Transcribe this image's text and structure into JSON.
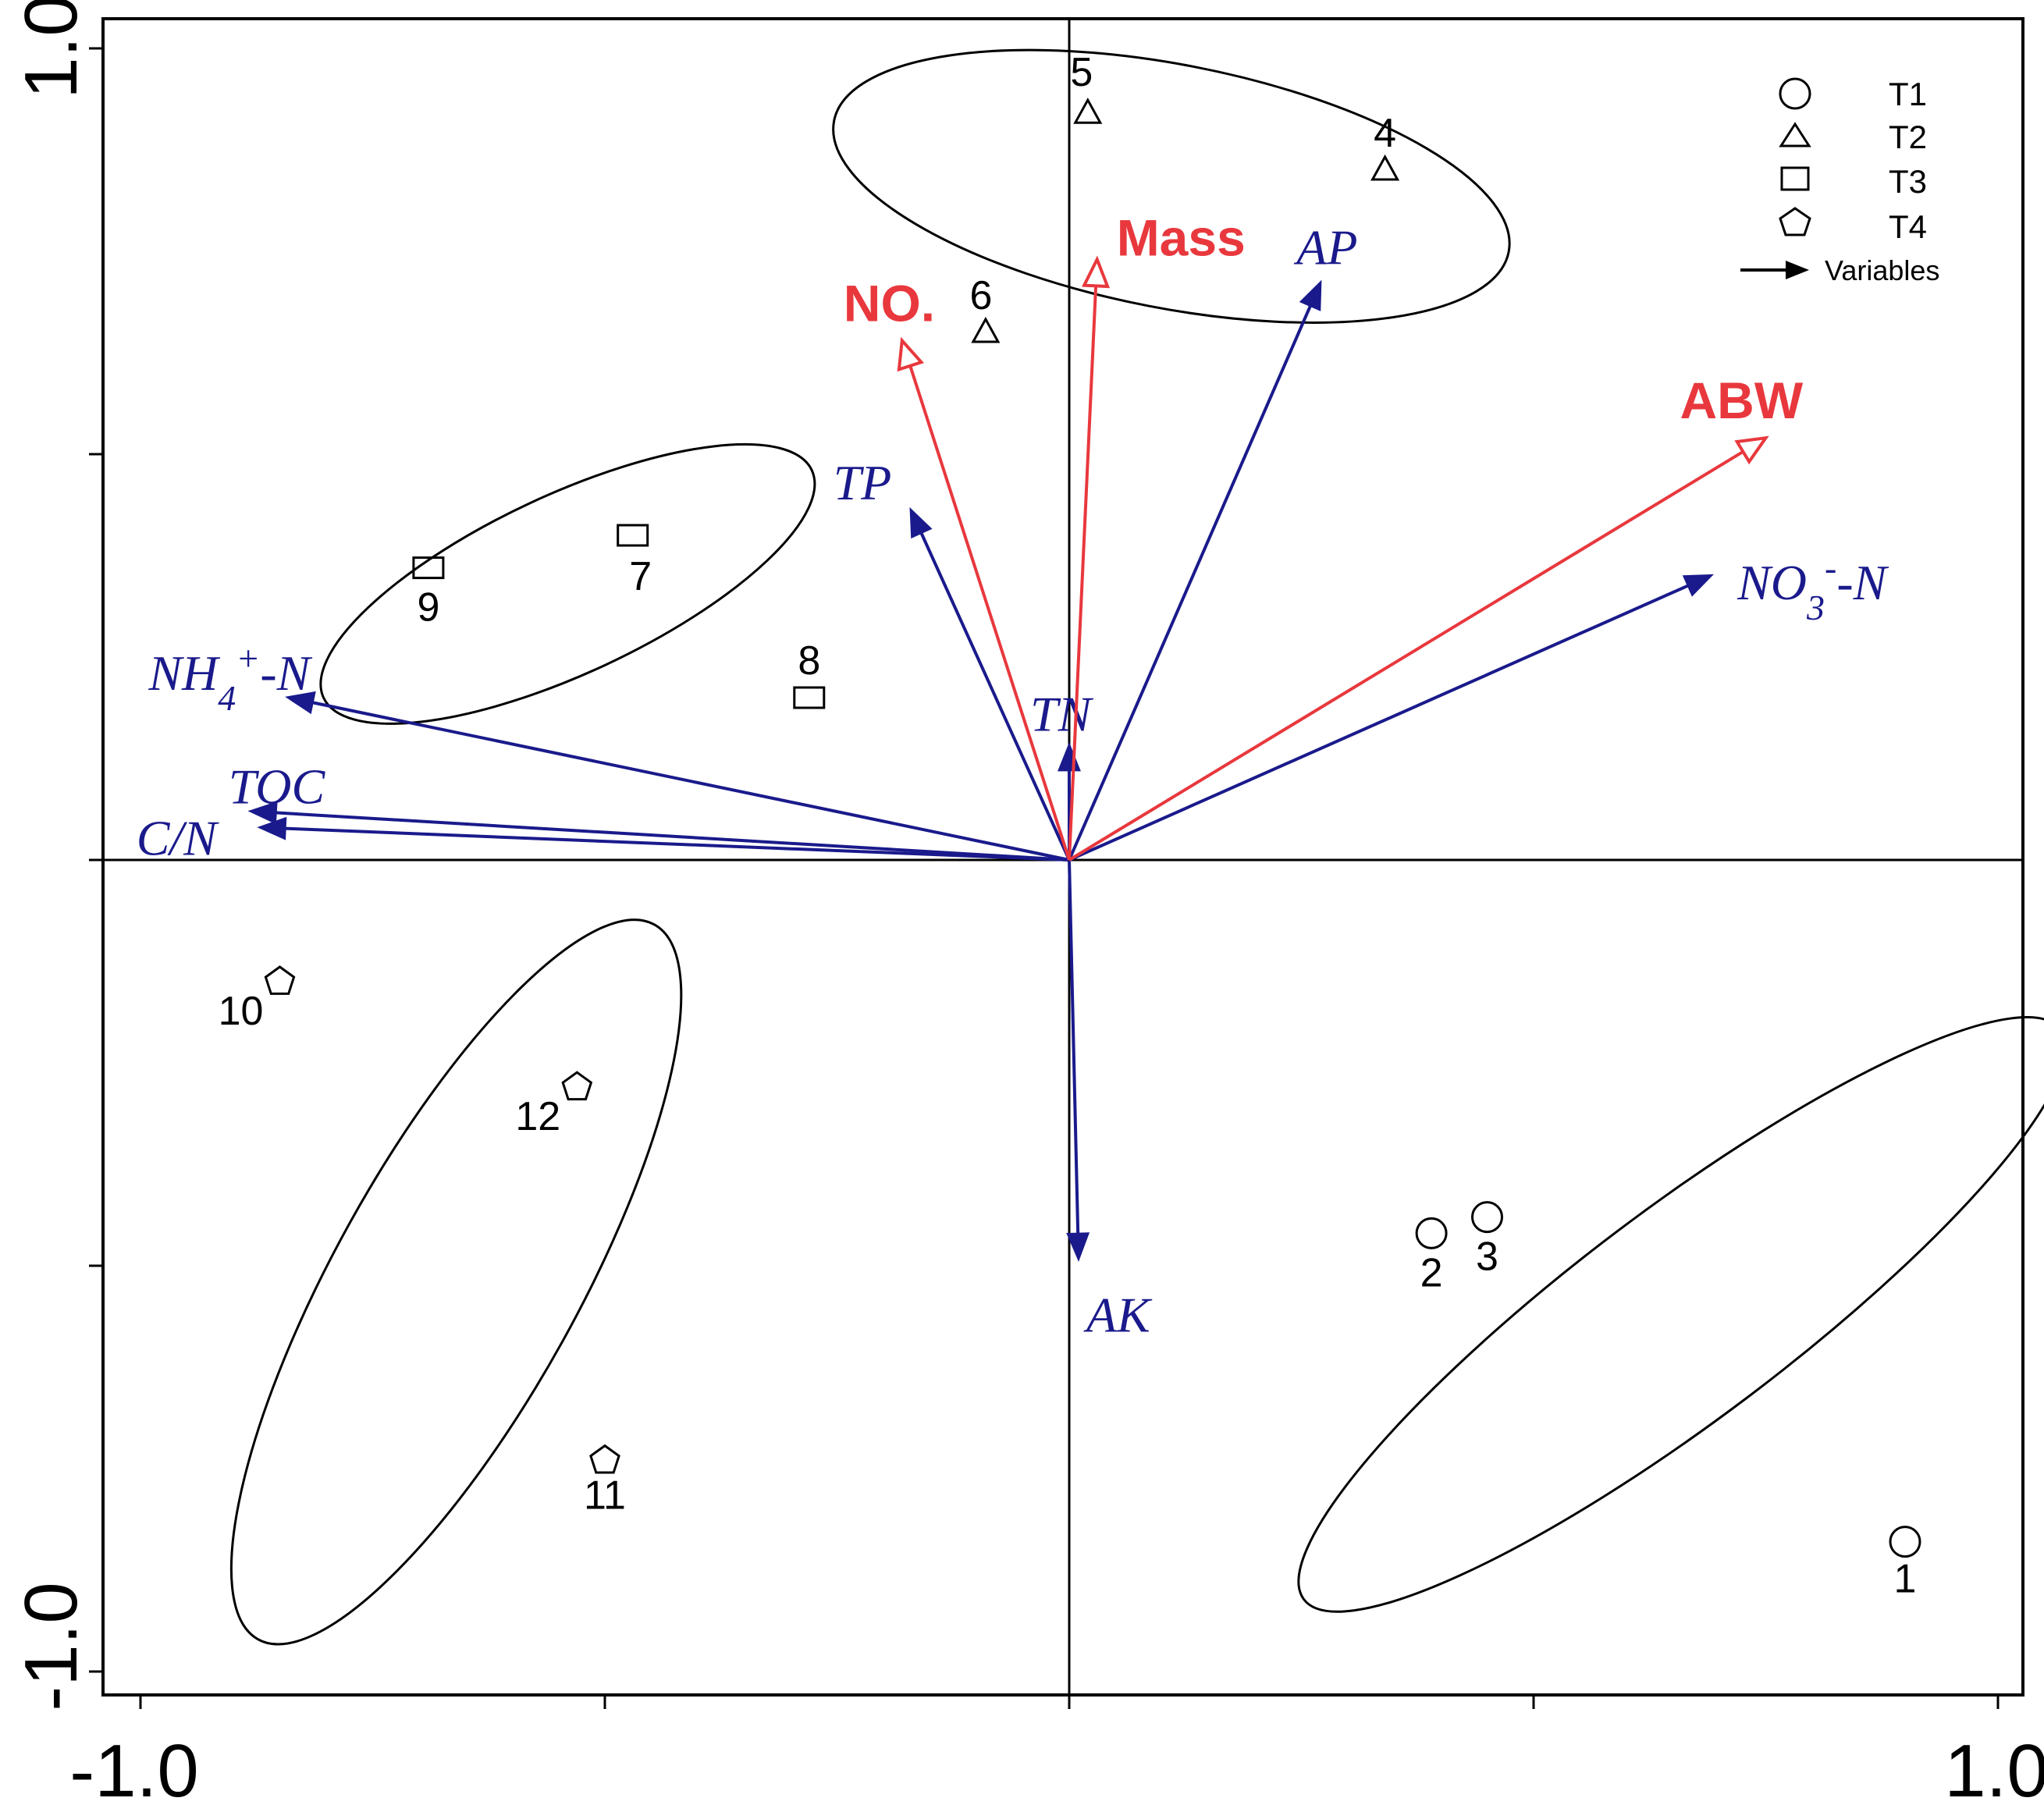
{
  "chart_data": {
    "type": "scatter",
    "title": "",
    "xlabel": "",
    "ylabel": "",
    "xlim": [
      -1.04,
      1.04
    ],
    "ylim": [
      -1.04,
      1.04
    ],
    "x_ticks": [
      -1.0,
      -0.5,
      0.0,
      0.5,
      1.0
    ],
    "y_ticks": [
      -1.0,
      -0.5,
      0.0,
      0.5,
      1.0
    ],
    "x_tick_labels": [
      "-1.0",
      "1.0"
    ],
    "y_tick_labels": [
      "1.0",
      "-1.0"
    ],
    "grid": false,
    "zero_lines": true,
    "legend_position": "top-right",
    "legend": {
      "items": [
        {
          "label": "T1",
          "marker": "circle"
        },
        {
          "label": "T2",
          "marker": "triangle"
        },
        {
          "label": "T3",
          "marker": "square"
        },
        {
          "label": "T4",
          "marker": "pentagon"
        }
      ],
      "variables_label": "Variables"
    },
    "groups": [
      {
        "name": "T1",
        "marker": "circle",
        "ellipse": {
          "cx": 0.66,
          "cy": -0.56,
          "rx": 0.51,
          "ry": 0.13,
          "angle_deg": -37
        }
      },
      {
        "name": "T2",
        "marker": "triangle",
        "ellipse": {
          "cx": 0.11,
          "cy": 0.83,
          "rx": 0.37,
          "ry": 0.15,
          "angle_deg": 11
        }
      },
      {
        "name": "T3",
        "marker": "square",
        "ellipse": {
          "cx": -0.54,
          "cy": 0.34,
          "rx": 0.29,
          "ry": 0.11,
          "angle_deg": -25
        }
      },
      {
        "name": "T4",
        "marker": "pentagon",
        "ellipse": {
          "cx": -0.66,
          "cy": -0.52,
          "rx": 0.44,
          "ry": 0.15,
          "angle_deg": -61
        }
      }
    ],
    "sites": [
      {
        "label": "1",
        "group": "T1",
        "x": 0.9,
        "y": -0.84
      },
      {
        "label": "2",
        "group": "T1",
        "x": 0.39,
        "y": -0.46
      },
      {
        "label": "3",
        "group": "T1",
        "x": 0.45,
        "y": -0.44
      },
      {
        "label": "4",
        "group": "T2",
        "x": 0.34,
        "y": 0.85
      },
      {
        "label": "5",
        "group": "T2",
        "x": 0.02,
        "y": 0.92
      },
      {
        "label": "6",
        "group": "T2",
        "x": -0.09,
        "y": 0.65
      },
      {
        "label": "7",
        "group": "T3",
        "x": -0.47,
        "y": 0.4
      },
      {
        "label": "8",
        "group": "T3",
        "x": -0.28,
        "y": 0.2
      },
      {
        "label": "9",
        "group": "T3",
        "x": -0.69,
        "y": 0.36
      },
      {
        "label": "10",
        "group": "T4",
        "x": -0.85,
        "y": -0.15
      },
      {
        "label": "11",
        "group": "T4",
        "x": -0.5,
        "y": -0.74
      },
      {
        "label": "12",
        "group": "T4",
        "x": -0.53,
        "y": -0.28
      }
    ],
    "explanatory_variables": [
      {
        "name": "AP",
        "x": 0.27,
        "y": 0.71
      },
      {
        "name": "TP",
        "x": -0.17,
        "y": 0.43
      },
      {
        "name": "TN",
        "x": 0.0,
        "y": 0.14
      },
      {
        "name": "AK",
        "x": 0.01,
        "y": -0.49
      },
      {
        "name": "NH4+-N",
        "x": -0.84,
        "y": 0.2
      },
      {
        "name": "TOC",
        "x": -0.88,
        "y": 0.06
      },
      {
        "name": "C/N",
        "x": -0.87,
        "y": 0.04
      },
      {
        "name": "NO3--N",
        "x": 0.69,
        "y": 0.35
      }
    ],
    "response_variables": [
      {
        "name": "Mass",
        "x": 0.03,
        "y": 0.74
      },
      {
        "name": "NO.",
        "x": -0.18,
        "y": 0.64
      },
      {
        "name": "ABW",
        "x": 0.75,
        "y": 0.52
      }
    ],
    "colors": {
      "explanatory": "#1a1a8c",
      "response": "#e8383d",
      "axes": "#000000"
    }
  }
}
